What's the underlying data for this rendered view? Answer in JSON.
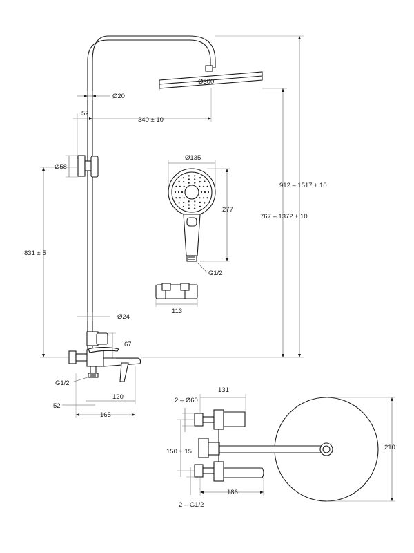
{
  "dimensions": {
    "pipe_top_dia": "Ø20",
    "arm_offset": "52",
    "arm_reach": "340 ± 10",
    "head_dia": "Ø300",
    "bracket_dia": "Ø58",
    "rail_height": "831 ± 5",
    "pipe_low_dia": "Ø24",
    "valve_height": "67",
    "inlet_thread": "G1/2",
    "spout_depth": "120",
    "wall_offset": "52",
    "overall_depth": "165",
    "hand_head_dia": "Ø135",
    "hand_length": "277",
    "hand_thread": "G1/2",
    "holder_width": "113",
    "total_height_a": "912 – 1517 ± 10",
    "total_height_b": "767 – 1372 ± 10",
    "flange_dia": "2 – Ø60",
    "flange_spacing": "131",
    "inlet_spacing": "150 ± 15",
    "spout_length": "186",
    "inlet_threads": "2 – G1/2",
    "head_plan_dia": "210"
  }
}
